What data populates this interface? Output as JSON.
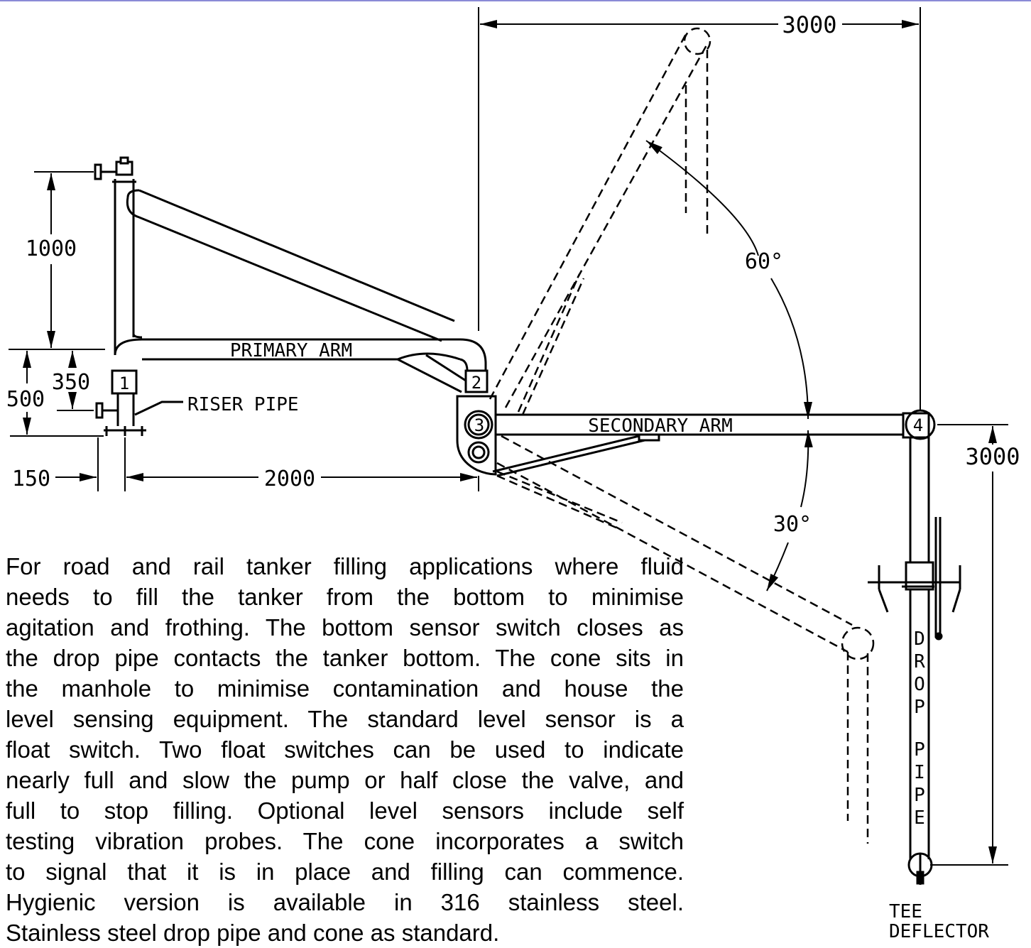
{
  "dimensions": {
    "top_width": "3000",
    "right_height": "3000",
    "riser_height_1000": "1000",
    "riser_350": "350",
    "riser_500": "500",
    "riser_150": "150",
    "primary_length": "2000",
    "angle_up": "60°",
    "angle_down": "30°"
  },
  "labels": {
    "primary_arm": "PRIMARY ARM",
    "secondary_arm": "SECONDARY ARM",
    "riser_pipe": "RISER PIPE",
    "drop_pipe_letters": [
      "D",
      "R",
      "O",
      "P",
      "",
      "P",
      "I",
      "P",
      "E"
    ],
    "tee_deflector_line1": "TEE",
    "tee_deflector_line2": "DEFLECTOR",
    "joint_1": "1",
    "joint_2": "2",
    "joint_3": "3",
    "joint_4": "4"
  },
  "description": {
    "lines": [
      "For road and rail tanker filling applications where fluid",
      "needs to fill the tanker from the bottom to minimise",
      "agitation and frothing. The bottom sensor switch closes as",
      "the drop pipe contacts the tanker bottom. The cone sits in",
      "the manhole to minimise contamination and house the",
      "level sensing equipment. The standard level sensor is a",
      "float switch. Two float switches can be used to indicate",
      "nearly full and slow the pump or half close the valve, and",
      "full to stop filling. Optional level sensors include self",
      "testing vibration probes. The cone incorporates a switch",
      "to signal that it is in place and filling can commence.",
      "Hygienic version  is available in 316 stainless steel.",
      "Stainless steel drop pipe and cone as standard."
    ]
  }
}
